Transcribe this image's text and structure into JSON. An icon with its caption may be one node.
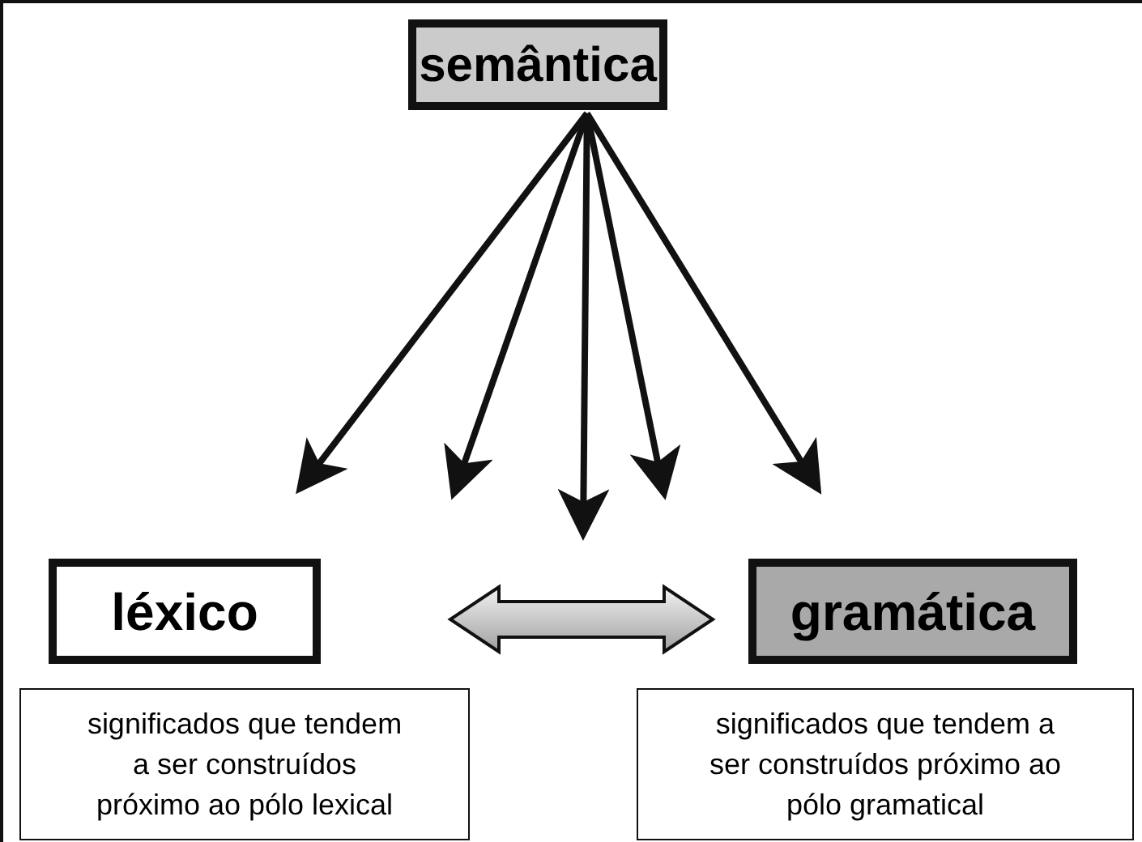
{
  "diagram": {
    "nodes": [
      {
        "text": [
          "semântica"
        ]
      },
      {
        "text": [
          "léxico"
        ]
      },
      {
        "text": [
          "gramática"
        ]
      },
      {
        "text": [
          "significados que tendem a ser construídos próximo ao pólo lexical"
        ]
      },
      {
        "text": [
          "significados que tendem a ser construídos próximo ao pólo gramatical"
        ]
      }
    ],
    "edges": [
      {
        "from": 0,
        "to": null,
        "arrow": "to"
      },
      {
        "from": 0,
        "to": null,
        "arrow": "to"
      },
      {
        "from": 0,
        "to": null,
        "arrow": "to"
      },
      {
        "from": 0,
        "to": null,
        "arrow": "to"
      },
      {
        "from": 0,
        "to": null,
        "arrow": "to"
      },
      {
        "from": 1,
        "to": 2,
        "arrow": "both",
        "style": "thick"
      }
    ]
  }
}
